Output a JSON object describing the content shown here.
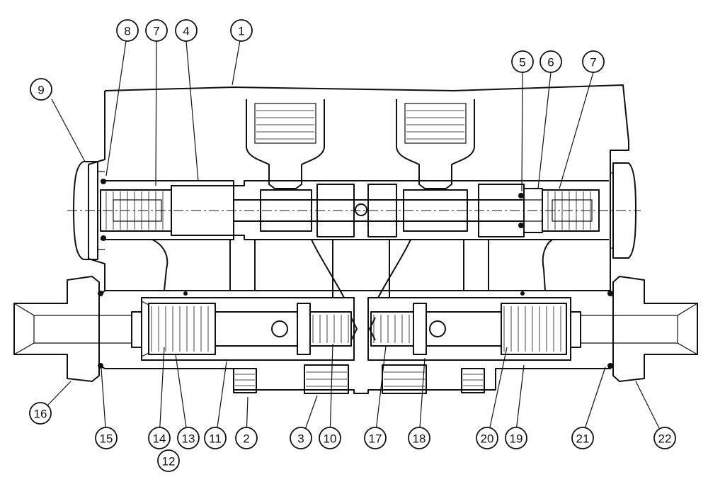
{
  "callouts": [
    {
      "id": "c1",
      "label": "1"
    },
    {
      "id": "c2",
      "label": "2"
    },
    {
      "id": "c3",
      "label": "3"
    },
    {
      "id": "c4",
      "label": "4"
    },
    {
      "id": "c5",
      "label": "5"
    },
    {
      "id": "c6",
      "label": "6"
    },
    {
      "id": "c7a",
      "label": "7"
    },
    {
      "id": "c7b",
      "label": "7"
    },
    {
      "id": "c8",
      "label": "8"
    },
    {
      "id": "c9",
      "label": "9"
    },
    {
      "id": "c10",
      "label": "10"
    },
    {
      "id": "c11",
      "label": "11"
    },
    {
      "id": "c12",
      "label": "12"
    },
    {
      "id": "c13",
      "label": "13"
    },
    {
      "id": "c14",
      "label": "14"
    },
    {
      "id": "c15",
      "label": "15"
    },
    {
      "id": "c16",
      "label": "16"
    },
    {
      "id": "c17",
      "label": "17"
    },
    {
      "id": "c18",
      "label": "18"
    },
    {
      "id": "c19",
      "label": "19"
    },
    {
      "id": "c20",
      "label": "20"
    },
    {
      "id": "c21",
      "label": "21"
    },
    {
      "id": "c22",
      "label": "22"
    }
  ]
}
